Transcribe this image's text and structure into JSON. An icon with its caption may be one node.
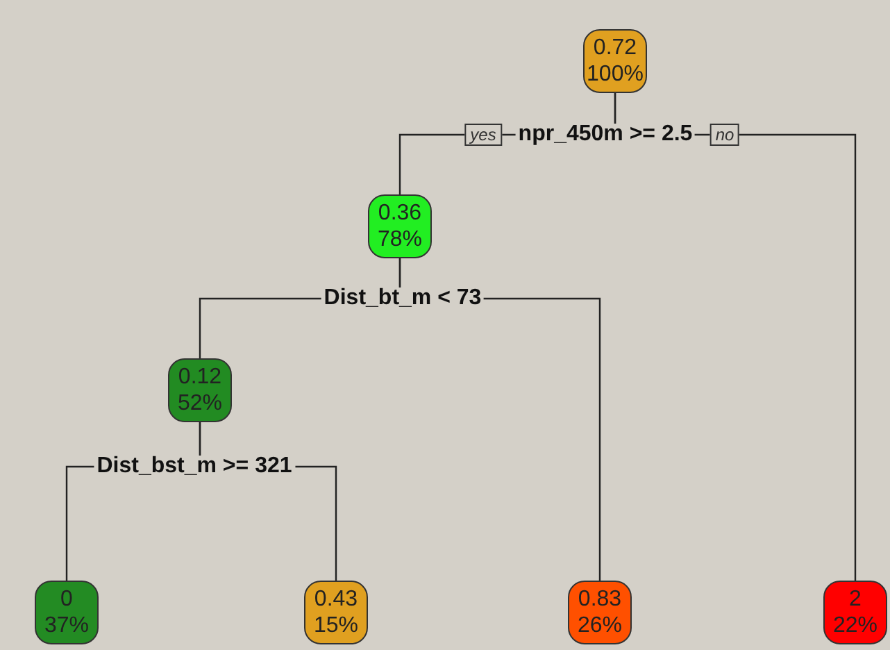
{
  "diagram": {
    "nodes": [
      {
        "text": [
          "0.72",
          "100%"
        ]
      },
      {
        "text": [
          "0.36",
          "78%"
        ]
      },
      {
        "text": [
          "0.12",
          "52%"
        ]
      },
      {
        "text": [
          "0",
          "37%"
        ]
      },
      {
        "text": [
          "0.43",
          "15%"
        ]
      },
      {
        "text": [
          "0.83",
          "26%"
        ]
      },
      {
        "text": [
          "2",
          "22%"
        ]
      }
    ],
    "edges": [
      {
        "from": 0,
        "to": 1,
        "arrow": "none",
        "label": "yes"
      },
      {
        "from": 0,
        "to": 6,
        "arrow": "none",
        "label": "no"
      },
      {
        "from": 1,
        "to": 2,
        "arrow": "none"
      },
      {
        "from": 1,
        "to": 5,
        "arrow": "none"
      },
      {
        "from": 2,
        "to": 3,
        "arrow": "none"
      },
      {
        "from": 2,
        "to": 4,
        "arrow": "none"
      }
    ],
    "labels": [
      "npr_450m >= 2.5",
      "Dist_bt_m < 73",
      "Dist_bst_m >= 321"
    ]
  }
}
